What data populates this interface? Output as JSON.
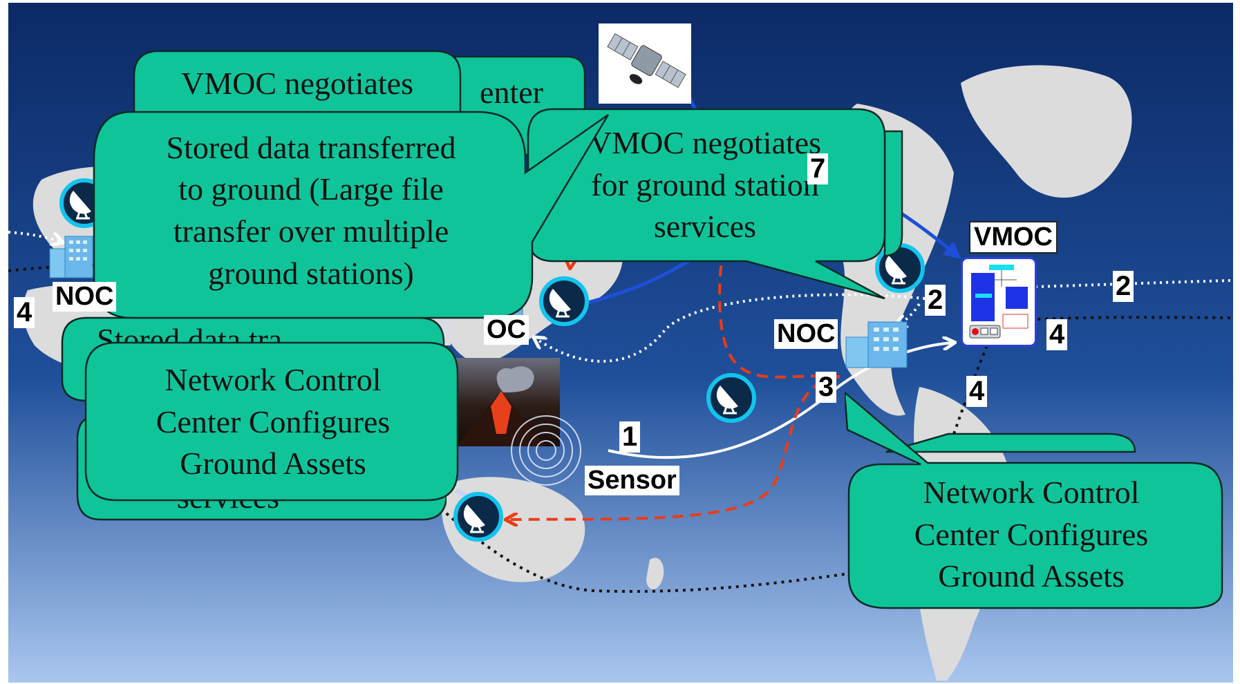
{
  "colors": {
    "callout_fill": "#10c49a",
    "callout_stroke": "#0b2a26",
    "ocean_top": "#0c2a66",
    "ocean_mid": "#1f4f9a",
    "ocean_bottom": "#a9c6ee",
    "land": "#dcdcdc",
    "path_red": "#ee3b14",
    "path_blue": "#1f4fd8",
    "path_white": "#ffffff",
    "path_black": "#111111",
    "dish_ring": "#12c4ee"
  },
  "icons": [
    "satellite-icon",
    "ground-station-dish-icon",
    "noc-building-icon",
    "vmoc-server-icon",
    "volcano-photo",
    "sensor-rings-icon"
  ],
  "callouts": {
    "vmoc_negotiates_back": "VMOC negotiates",
    "center_fragment": "enter",
    "vmoc_negotiates_ground": "VMOC negotiates\nfor ground station\nservices",
    "stored_data": "Stored data transferred\nto ground  (Large file\ntransfer over multiple\nground stations)",
    "stored_data_fragment": "Stored data tra",
    "services_fragment": "services",
    "ncc_left": "Network Control\nCenter Configures\nGround Assets",
    "ncc_right": "Network Control\nCenter Configures\nGround Assets"
  },
  "labels": {
    "noc_left": "NOC",
    "noc_mid_fragment": "OC",
    "noc_right": "NOC",
    "vmoc": "VMOC",
    "sensor": "Sensor"
  },
  "steps": {
    "step_1": "1",
    "step_2a": "2",
    "step_2b": "2",
    "step_3": "3",
    "step_4a": "4",
    "step_4b": "4",
    "step_4c": "4",
    "step_7": "7"
  }
}
